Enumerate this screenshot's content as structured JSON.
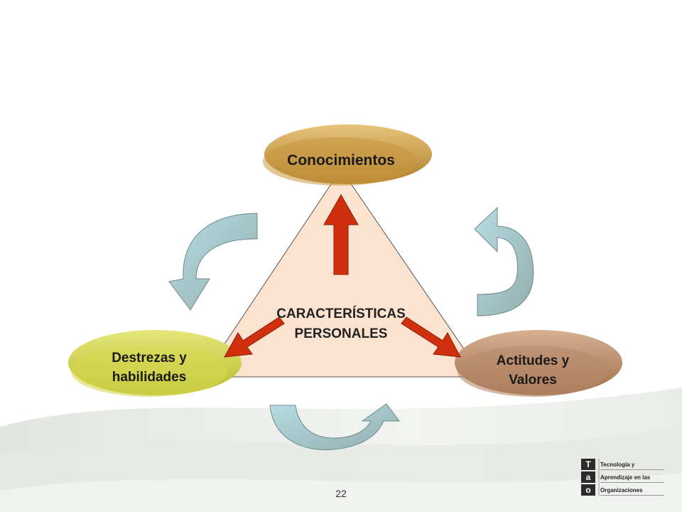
{
  "diagram": {
    "center_label": [
      "CARACTERÍSTICAS",
      "PERSONALES"
    ],
    "nodes": {
      "top": "Conocimientos",
      "left": [
        "Destrezas y",
        "habilidades"
      ],
      "right": [
        "Actitudes y",
        "Valores"
      ]
    }
  },
  "footer": {
    "page_number": "22",
    "logo": {
      "mark_letters": [
        "T",
        "a",
        "o"
      ],
      "lines": [
        "Tecnología y",
        "Aprendizaje en las",
        "Organizaciones"
      ]
    }
  },
  "colors": {
    "triangle_fill": "#fce3cf",
    "top_ellipse": "#c9983f",
    "left_ellipse": "#cfd14a",
    "right_ellipse": "#b88a6a",
    "red_arrows": "#d0300e",
    "cycle_arrow_light": "#a8d4dc",
    "cycle_arrow_dark": "#8aa8aa"
  },
  "icons": [
    "up-arrow-icon",
    "down-left-arrow-icon",
    "down-right-arrow-icon",
    "curved-cycle-arrow-icon"
  ]
}
